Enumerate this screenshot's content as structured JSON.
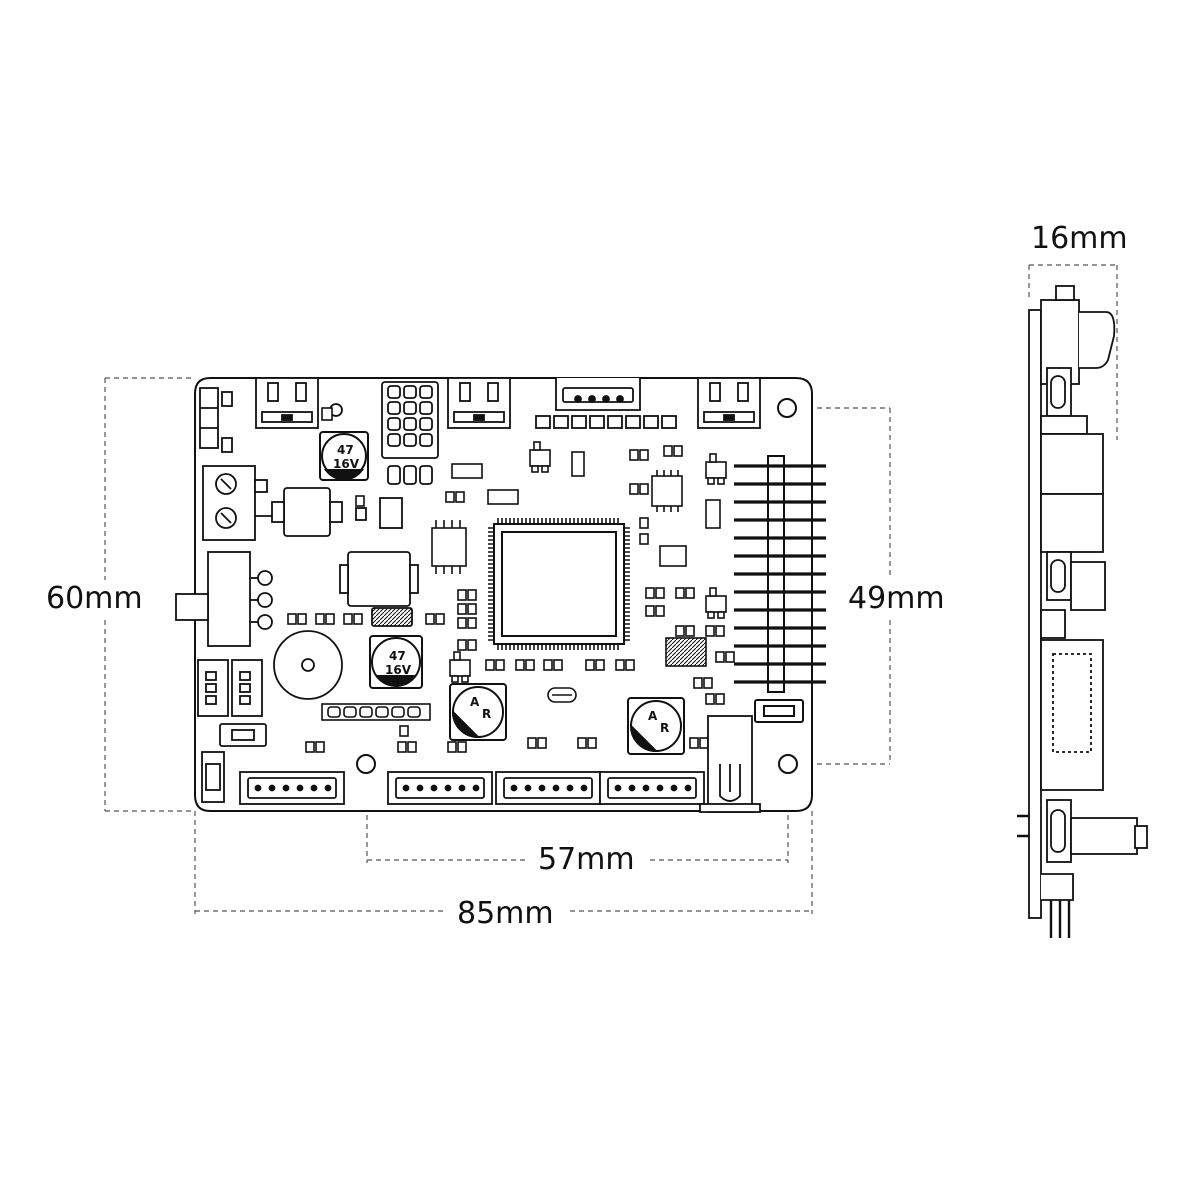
{
  "dimensions": {
    "board_height": "60mm",
    "mounting_vertical": "49mm",
    "mounting_horizontal": "57mm",
    "board_width": "85mm",
    "side_thickness": "16mm"
  },
  "components": {
    "capacitor_top_value": "47",
    "capacitor_top_voltage": "16V",
    "capacitor_mid_value": "47",
    "capacitor_mid_voltage": "16V",
    "capacitor_left_value": "A",
    "capacitor_left_sub": "R",
    "capacitor_right_value": "A",
    "capacitor_right_sub": "R"
  },
  "colors": {
    "line": "#111111",
    "dim_line": "#555555",
    "background": "#ffffff"
  }
}
